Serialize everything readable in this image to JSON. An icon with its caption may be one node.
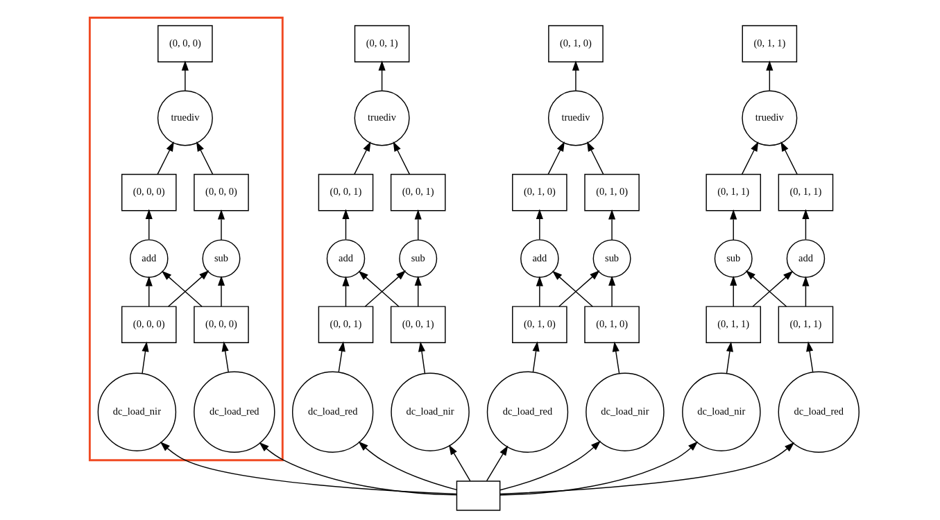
{
  "diagram": {
    "nodes": [
      {
        "text": [],
        "shape": "box"
      },
      {
        "text": [
          "(0, 0, 0)"
        ],
        "in": 0
      },
      {
        "text": [
          "truediv"
        ],
        "in": 0
      },
      {
        "text": [
          "(0, 0, 0)"
        ],
        "in": 0
      },
      {
        "text": [
          "(0, 0, 0)"
        ],
        "in": 0
      },
      {
        "text": [
          "add"
        ],
        "in": 0
      },
      {
        "text": [
          "sub"
        ],
        "in": 0
      },
      {
        "text": [
          "(0, 0, 0)"
        ],
        "in": 0
      },
      {
        "text": [
          "(0, 0, 0)"
        ],
        "in": 0
      },
      {
        "text": [
          "dc_load_red"
        ],
        "in": 0
      },
      {
        "text": [
          "dc_load_nir"
        ],
        "in": 0
      },
      {
        "text": [
          "(0, 0, 1)"
        ]
      },
      {
        "text": [
          "truediv"
        ]
      },
      {
        "text": [
          "(0, 0, 1)"
        ]
      },
      {
        "text": [
          "(0, 0, 1)"
        ]
      },
      {
        "text": [
          "add"
        ]
      },
      {
        "text": [
          "sub"
        ]
      },
      {
        "text": [
          "(0, 0, 1)"
        ]
      },
      {
        "text": [
          "(0, 0, 1)"
        ]
      },
      {
        "text": [
          "dc_load_red"
        ]
      },
      {
        "text": [
          "dc_load_nir"
        ]
      },
      {
        "text": [
          "(0, 1, 0)"
        ]
      },
      {
        "text": [
          "truediv"
        ]
      },
      {
        "text": [
          "(0, 1, 0)"
        ]
      },
      {
        "text": [
          "(0, 1, 0)"
        ]
      },
      {
        "text": [
          "add"
        ]
      },
      {
        "text": [
          "sub"
        ]
      },
      {
        "text": [
          "(0, 1, 0)"
        ]
      },
      {
        "text": [
          "(0, 1, 0)"
        ]
      },
      {
        "text": [
          "dc_load_red"
        ]
      },
      {
        "text": [
          "dc_load_nir"
        ]
      },
      {
        "text": [
          "(0, 1, 1)"
        ]
      },
      {
        "text": [
          "truediv"
        ]
      },
      {
        "text": [
          "(0, 1, 1)"
        ]
      },
      {
        "text": [
          "(0, 1, 1)"
        ]
      },
      {
        "text": [
          "sub"
        ]
      },
      {
        "text": [
          "add"
        ]
      },
      {
        "text": [
          "(0, 1, 1)"
        ]
      },
      {
        "text": [
          "(0, 1, 1)"
        ]
      },
      {
        "text": [
          "dc_load_nir"
        ]
      },
      {
        "text": [
          "dc_load_red"
        ]
      },
      {
        "text": [],
        "shape": "box"
      }
    ],
    "edges": [
      {
        "from": 2,
        "to": 1,
        "arrow": "to"
      },
      {
        "from": 3,
        "to": 2,
        "arrow": "to"
      },
      {
        "from": 4,
        "to": 2,
        "arrow": "to"
      },
      {
        "from": 5,
        "to": 3,
        "arrow": "to"
      },
      {
        "from": 6,
        "to": 4,
        "arrow": "to"
      },
      {
        "from": 7,
        "to": 5,
        "arrow": "to"
      },
      {
        "from": 7,
        "to": 6,
        "arrow": "to"
      },
      {
        "from": 8,
        "to": 5,
        "arrow": "to"
      },
      {
        "from": 8,
        "to": 6,
        "arrow": "to"
      },
      {
        "from": 9,
        "to": 7,
        "arrow": "to"
      },
      {
        "from": 10,
        "to": 8,
        "arrow": "to"
      },
      {
        "from": 12,
        "to": 11,
        "arrow": "to"
      },
      {
        "from": 13,
        "to": 12,
        "arrow": "to"
      },
      {
        "from": 14,
        "to": 12,
        "arrow": "to"
      },
      {
        "from": 15,
        "to": 13,
        "arrow": "to"
      },
      {
        "from": 16,
        "to": 14,
        "arrow": "to"
      },
      {
        "from": 17,
        "to": 15,
        "arrow": "to"
      },
      {
        "from": 17,
        "to": 16,
        "arrow": "to"
      },
      {
        "from": 18,
        "to": 15,
        "arrow": "to"
      },
      {
        "from": 18,
        "to": 16,
        "arrow": "to"
      },
      {
        "from": 19,
        "to": 17,
        "arrow": "to"
      },
      {
        "from": 20,
        "to": 18,
        "arrow": "to"
      },
      {
        "from": 22,
        "to": 21,
        "arrow": "to"
      },
      {
        "from": 23,
        "to": 22,
        "arrow": "to"
      },
      {
        "from": 24,
        "to": 22,
        "arrow": "to"
      },
      {
        "from": 25,
        "to": 23,
        "arrow": "to"
      },
      {
        "from": 26,
        "to": 24,
        "arrow": "to"
      },
      {
        "from": 27,
        "to": 25,
        "arrow": "to"
      },
      {
        "from": 27,
        "to": 26,
        "arrow": "to"
      },
      {
        "from": 28,
        "to": 25,
        "arrow": "to"
      },
      {
        "from": 28,
        "to": 26,
        "arrow": "to"
      },
      {
        "from": 29,
        "to": 27,
        "arrow": "to"
      },
      {
        "from": 30,
        "to": 28,
        "arrow": "to"
      },
      {
        "from": 32,
        "to": 31,
        "arrow": "to"
      },
      {
        "from": 33,
        "to": 32,
        "arrow": "to"
      },
      {
        "from": 34,
        "to": 32,
        "arrow": "to"
      },
      {
        "from": 35,
        "to": 33,
        "arrow": "to"
      },
      {
        "from": 36,
        "to": 34,
        "arrow": "to"
      },
      {
        "from": 37,
        "to": 35,
        "arrow": "to"
      },
      {
        "from": 37,
        "to": 36,
        "arrow": "to"
      },
      {
        "from": 38,
        "to": 35,
        "arrow": "to"
      },
      {
        "from": 38,
        "to": 36,
        "arrow": "to"
      },
      {
        "from": 39,
        "to": 37,
        "arrow": "to"
      },
      {
        "from": 40,
        "to": 38,
        "arrow": "to"
      },
      {
        "from": 41,
        "to": 9,
        "arrow": "to"
      },
      {
        "from": 41,
        "to": 10,
        "arrow": "to"
      },
      {
        "from": 41,
        "to": 19,
        "arrow": "to"
      },
      {
        "from": 41,
        "to": 20,
        "arrow": "to"
      },
      {
        "from": 41,
        "to": 29,
        "arrow": "to"
      },
      {
        "from": 41,
        "to": 30,
        "arrow": "to"
      },
      {
        "from": 41,
        "to": 39,
        "arrow": "to"
      },
      {
        "from": 41,
        "to": 40,
        "arrow": "to"
      }
    ]
  }
}
